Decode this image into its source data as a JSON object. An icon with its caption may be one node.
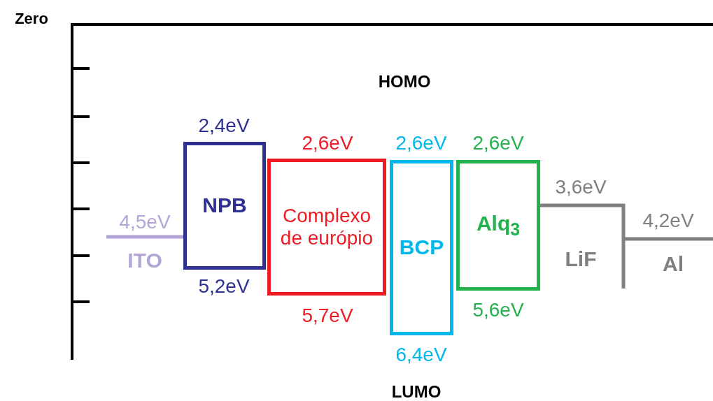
{
  "diagram": {
    "nodes": [
      {
        "text": [
          "NPB"
        ],
        "beside": [
          "2,4eV",
          "5,2eV"
        ]
      },
      {
        "text": [
          "Complexo de európio"
        ],
        "beside": [
          "2,6eV",
          "5,7eV"
        ]
      },
      {
        "text": [
          "BCP"
        ],
        "beside": [
          "2,6eV",
          "6,4eV"
        ]
      },
      {
        "text": [
          "Alq$_{3}$"
        ],
        "beside": [
          "2,6eV",
          "5,6eV"
        ]
      }
    ],
    "edges": [],
    "labels": [
      "Zero",
      "HOMO",
      "4,5eV",
      "ITO",
      "3,6eV",
      "LiF",
      "4,2eV",
      "Al",
      "LUMO"
    ]
  }
}
